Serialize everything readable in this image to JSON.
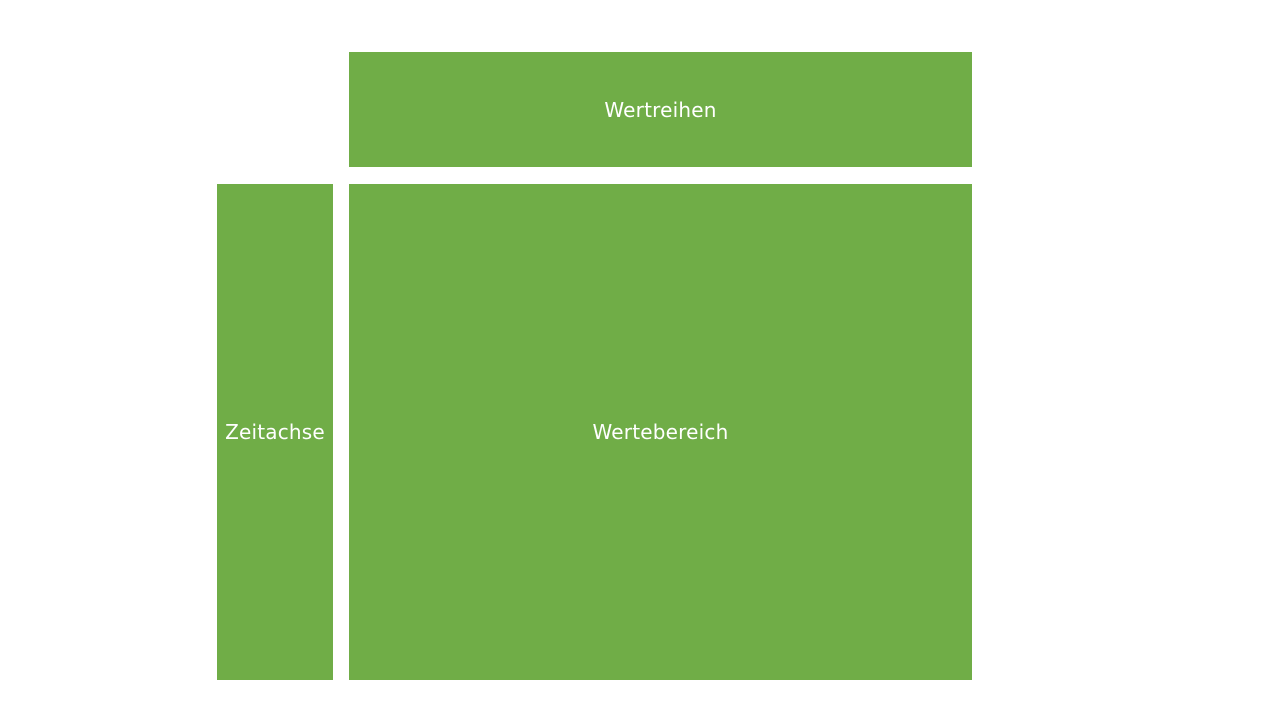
{
  "diagram": {
    "fill_color": "#70AD47",
    "text_color": "#FFFFFF",
    "background_color": "#FFFFFF",
    "blocks": {
      "series": {
        "label": "Wertreihen"
      },
      "axis": {
        "label": "Zeitachse"
      },
      "values": {
        "label": "Wertebereich"
      }
    }
  }
}
